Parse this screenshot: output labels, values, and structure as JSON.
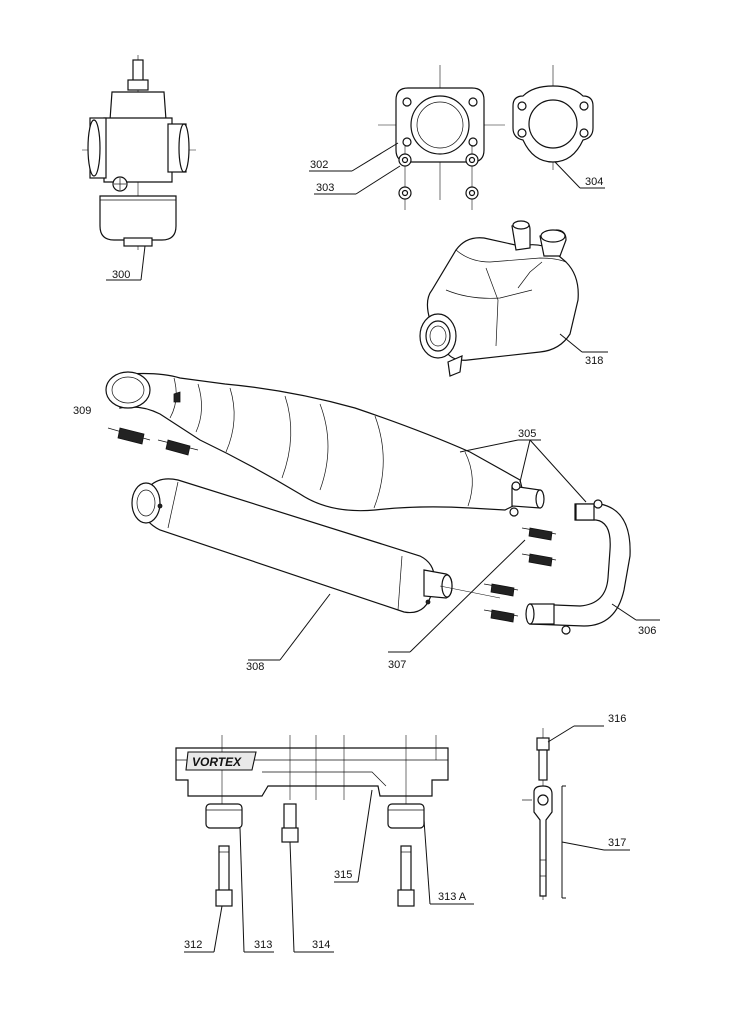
{
  "diagram": {
    "brand_logo": "VORTEX",
    "part_labels": {
      "p300": "300",
      "p302": "302",
      "p303": "303",
      "p304": "304",
      "p305": "305",
      "p306": "306",
      "p307": "307",
      "p308": "308",
      "p309": "309",
      "p312": "312",
      "p313": "313",
      "p313a": "313 A",
      "p314": "314",
      "p315": "315",
      "p316": "316",
      "p317": "317",
      "p318": "318"
    }
  }
}
